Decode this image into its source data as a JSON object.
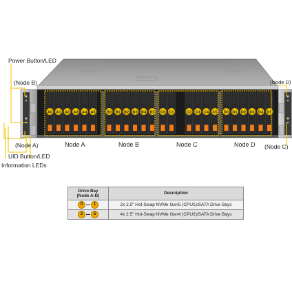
{
  "callouts": {
    "power_button": "Power Button/LED",
    "node_b_left": "(Node B)",
    "node_d_right": "(Node D)",
    "node_a_left": "(Node A)",
    "node_c_right": "(Node C)",
    "uid_button": "UID Button/LED",
    "info_leds": "Information  LEDs"
  },
  "nodes": [
    "Node A",
    "Node B",
    "Node C",
    "Node D"
  ],
  "bay_labels": {
    "node_a": [
      "A0",
      "A1",
      "A2",
      "A3",
      "A4",
      "A5"
    ],
    "node_b": [
      "B0",
      "B1",
      "B2",
      "B3",
      "B4",
      "B5"
    ],
    "node_c_left": [
      "C0",
      "C1"
    ],
    "node_c_right": [
      "C2",
      "C3",
      "C4",
      "C5"
    ],
    "node_d": [
      "D0",
      "D1",
      "D2",
      "D3",
      "D4",
      "D5"
    ]
  },
  "table": {
    "header_bay_line1": "Drive Bay",
    "header_bay_line2": "(Node A-D)",
    "header_desc": "Description",
    "rows": [
      {
        "from": "0",
        "to": "1",
        "desc": "2x 2.5\" Hot-Swap NVMe Gen5 (CPU1)/SATA  Drive  Bays"
      },
      {
        "from": "2",
        "to": "5",
        "desc": "4x 2.5\" Hot-Swap NVMe Gen4 (CPU2)/SATA  Drive  Bays"
      }
    ]
  },
  "colors": {
    "highlight": "#f2c200",
    "bay_tab": "#f07b1a",
    "chassis_top": "#9a9a9a",
    "front_dark": "#1b1b1b"
  }
}
